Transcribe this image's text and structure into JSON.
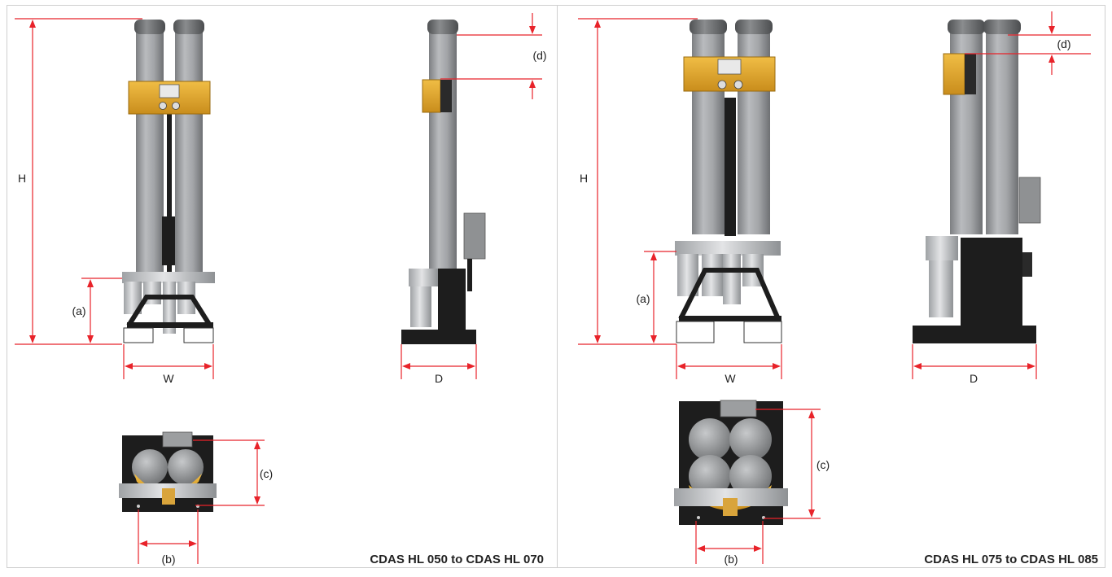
{
  "panels": [
    {
      "caption": "CDAS HL 050 to CDAS HL 070",
      "labels": {
        "H": "H",
        "a": "(a)",
        "W": "W",
        "D": "D",
        "d": "(d)",
        "c": "(c)",
        "b": "(b)"
      }
    },
    {
      "caption": "CDAS HL 075 to CDAS HL 085",
      "labels": {
        "H": "H",
        "a": "(a)",
        "W": "W",
        "D": "D",
        "d": "(d)",
        "c": "(c)",
        "b": "(b)"
      }
    }
  ],
  "colors": {
    "dimension_line": "#e8232a",
    "tower": "#9a9c9f",
    "cap": "#6c6e70",
    "controller": "#e0a52a",
    "base": "#1d1d1d",
    "panel_border": "#cfcfcf"
  }
}
